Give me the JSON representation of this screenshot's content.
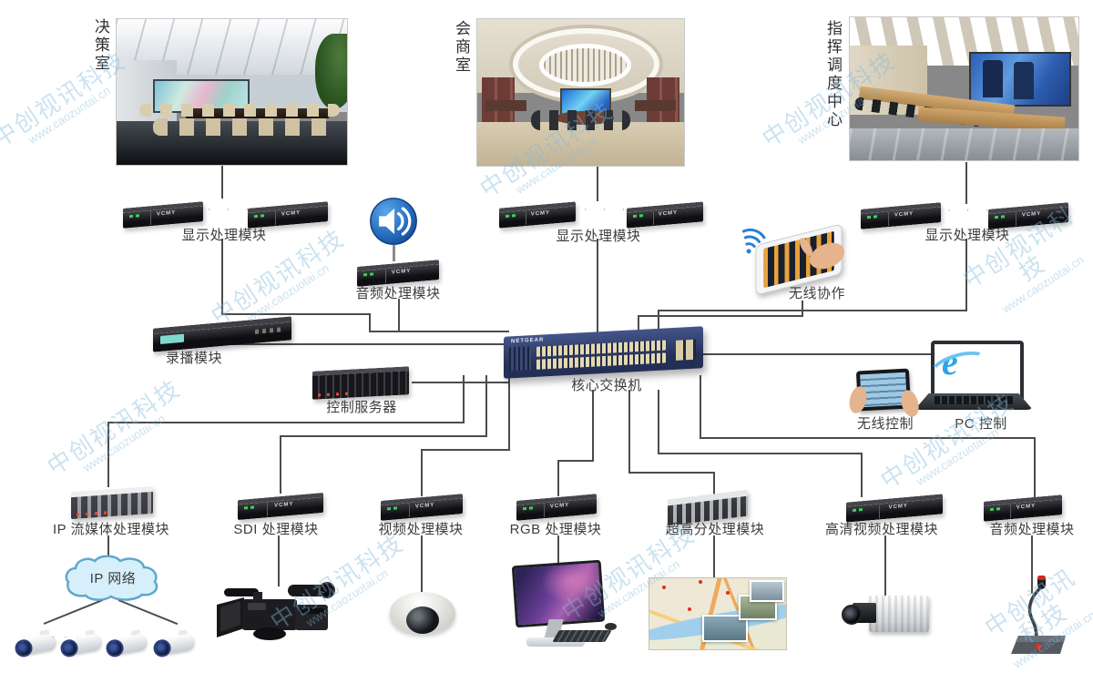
{
  "rooms": [
    {
      "name": "决策室",
      "module_label": "显示处理模块"
    },
    {
      "name": "会商室",
      "module_label": "显示处理模块"
    },
    {
      "name": "指挥调度中心",
      "module_label": "显示处理模块"
    }
  ],
  "nodes": {
    "audio_top": "音频处理模块",
    "wireless_collab": "无线协作",
    "recording": "录播模块",
    "control_server": "控制服务器",
    "core_switch": "核心交换机",
    "wireless_control": "无线控制",
    "pc_control": "PC 控制",
    "ip_network": "IP 网络"
  },
  "processing_modules": [
    "IP 流媒体处理模块",
    "SDI 处理模块",
    "视频处理模块",
    "RGB 处理模块",
    "超高分处理模块",
    "高清视频处理模块",
    "音频处理模块"
  ],
  "device_brand": "VCMY",
  "switch_brand": "NETGEAR",
  "separator_dots": "· · ·",
  "watermark": {
    "brand": "中创视讯科技",
    "url": "www.caozuotai.cn"
  },
  "colors": {
    "connector_line": "#4c4c4c",
    "label_text": "#3d3d3d",
    "watermark_blue": "#82b9dc",
    "switch_body": "#2e3c63",
    "speaker_blue": "#1f6fc0"
  }
}
